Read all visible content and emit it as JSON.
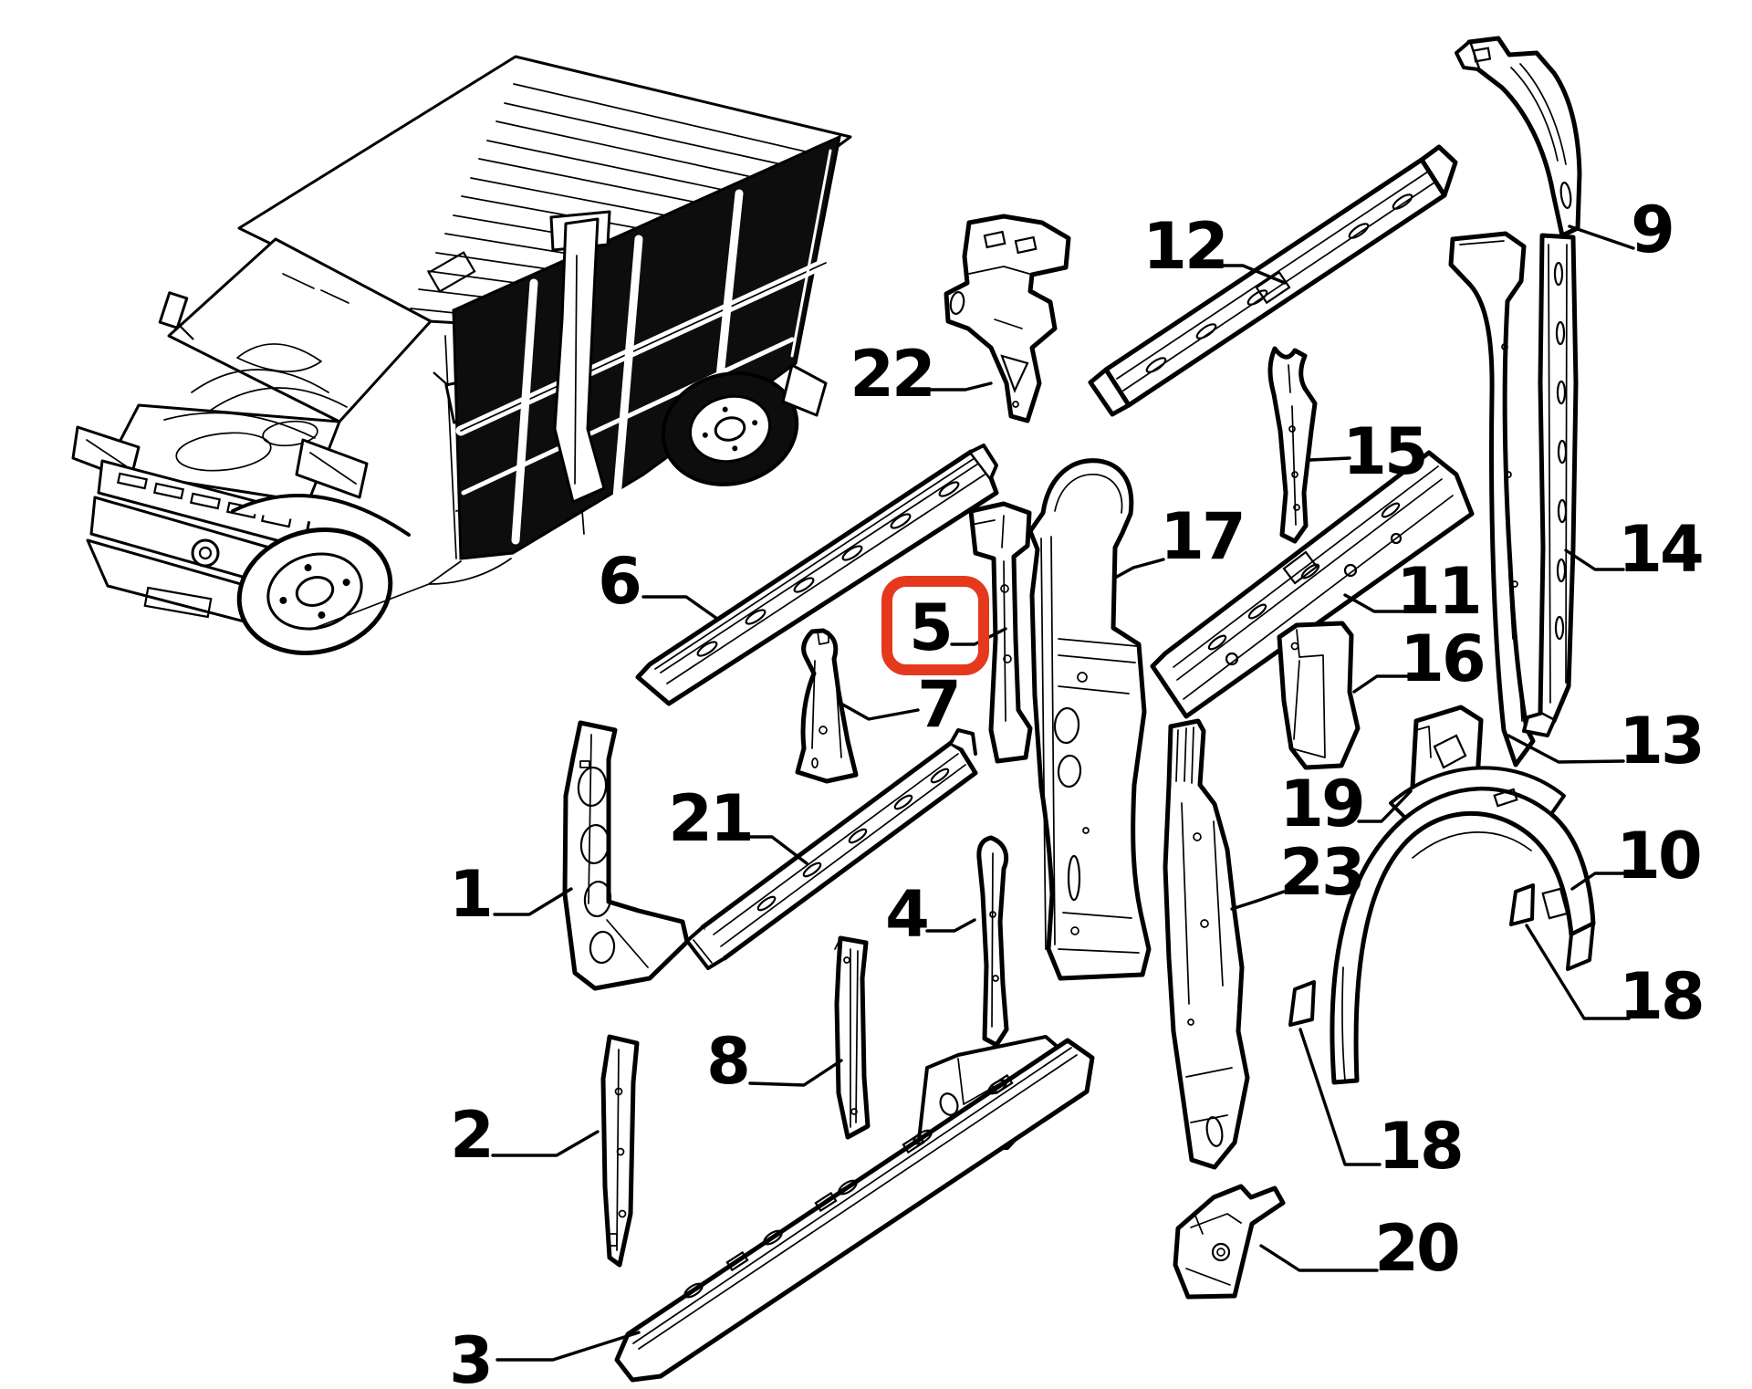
{
  "diagram": {
    "description": "Exploded spare-parts line diagram of a panel van side body framework with numbered callouts",
    "background_color": "#ffffff",
    "line_color": "#000000",
    "highlight": {
      "selected_callout": "5",
      "color": "#e5391d"
    },
    "callouts": [
      {
        "id": "1",
        "text": "1"
      },
      {
        "id": "2",
        "text": "2"
      },
      {
        "id": "3",
        "text": "3"
      },
      {
        "id": "4",
        "text": "4"
      },
      {
        "id": "5",
        "text": "5",
        "highlighted": true
      },
      {
        "id": "6",
        "text": "6"
      },
      {
        "id": "7",
        "text": "7"
      },
      {
        "id": "8",
        "text": "8"
      },
      {
        "id": "9",
        "text": "9"
      },
      {
        "id": "10",
        "text": "10"
      },
      {
        "id": "11",
        "text": "11"
      },
      {
        "id": "12",
        "text": "12"
      },
      {
        "id": "13",
        "text": "13"
      },
      {
        "id": "14",
        "text": "14"
      },
      {
        "id": "15",
        "text": "15"
      },
      {
        "id": "16",
        "text": "16"
      },
      {
        "id": "17",
        "text": "17"
      },
      {
        "id": "18-upper",
        "text": "18"
      },
      {
        "id": "18-lower",
        "text": "18"
      },
      {
        "id": "19",
        "text": "19"
      },
      {
        "id": "20",
        "text": "20"
      },
      {
        "id": "21",
        "text": "21"
      },
      {
        "id": "22",
        "text": "22"
      },
      {
        "id": "23",
        "text": "23"
      }
    ]
  }
}
